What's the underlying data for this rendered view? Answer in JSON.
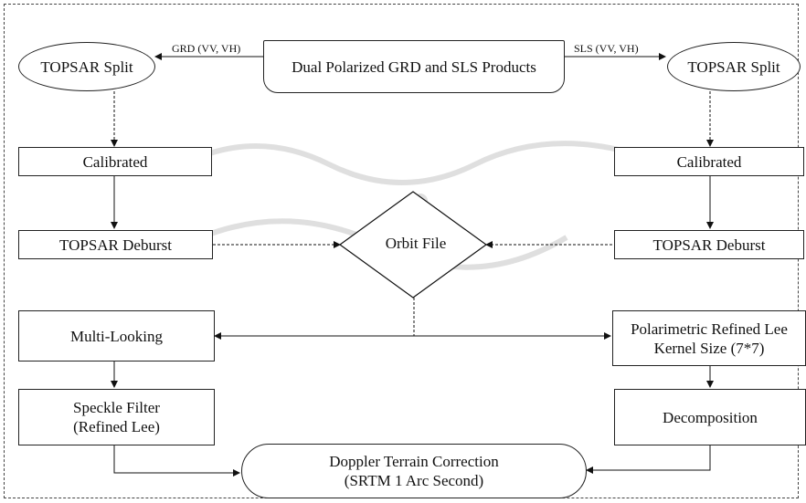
{
  "diagram": {
    "source": "Dual Polarized GRD and SLS Products",
    "left_branch_label": "GRD (VV, VH)",
    "right_branch_label": "SLS (VV, VH)",
    "left": {
      "split": "TOPSAR Split",
      "calibrated": "Calibrated",
      "deburst": "TOPSAR Deburst",
      "multilook": "Multi-Looking",
      "speckle_line1": "Speckle Filter",
      "speckle_line2": "(Refined Lee)"
    },
    "right": {
      "split": "TOPSAR Split",
      "calibrated": "Calibrated",
      "deburst": "TOPSAR Deburst",
      "polar_line1": "Polarimetric Refined Lee",
      "polar_line2": "Kernel Size (7*7)",
      "decomposition": "Decomposition"
    },
    "center": {
      "orbit": "Orbit File",
      "terrain_line1": "Doppler Terrain Correction",
      "terrain_line2": "(SRTM 1 Arc Second)"
    }
  }
}
